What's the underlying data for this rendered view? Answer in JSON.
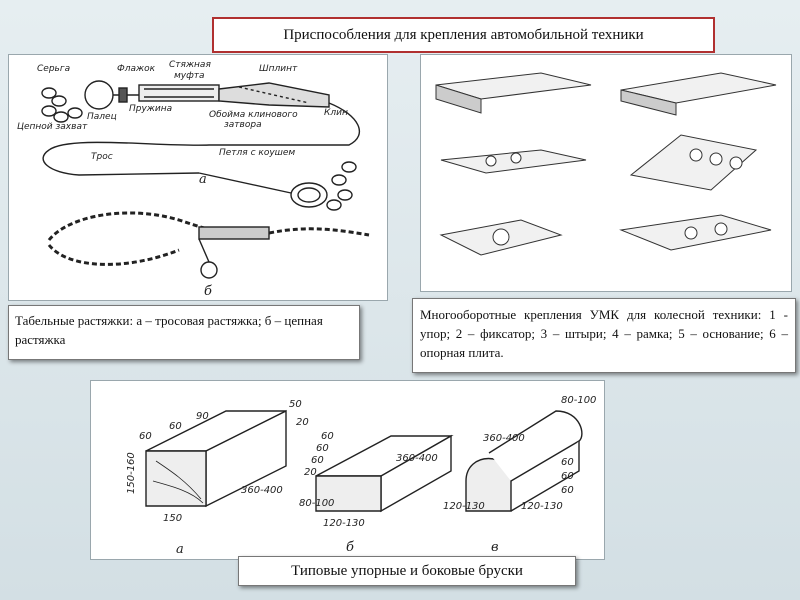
{
  "title": "Приспособления для крепления автомобильной техники",
  "straps": {
    "labels": {
      "serga": "Серьга",
      "flazhok": "Флажок",
      "styazhnaya": "Стяжная",
      "mufta": "муфта",
      "shplint": "Шплинт",
      "pruzhina": "Пружина",
      "palets": "Палец",
      "oboima1": "Обойма клинового",
      "oboima2": "затвора",
      "klin": "Клин",
      "tsepnoi": "Цепной захват",
      "tros": "Трос",
      "petlya": "Петля с коушем"
    },
    "sub_a": "а",
    "sub_b": "б",
    "caption": "Табельные  растяжки: а – тросовая растяжка; б – цепная растяжка"
  },
  "umk": {
    "caption": "Многооборотные крепления УМК для колесной техники: 1 - упор; 2 – фиксатор; 3 – штыри; 4 – рамка; 5 – основание; 6 – опорная плита."
  },
  "blocks": {
    "caption": "Типовые упорные и боковые бруски",
    "dims": {
      "a_60_1": "60",
      "a_60_2": "60",
      "a_90": "90",
      "a_50": "50",
      "a_20": "20",
      "a_h": "150-160",
      "a_w": "150",
      "a_len": "360-400",
      "b_60_1": "60",
      "b_60_2": "60",
      "b_60_3": "60",
      "b_20": "20",
      "b_h": "80-100",
      "b_w": "120-130",
      "b_len": "360-400",
      "c_top": "80-100",
      "c_60_1": "60",
      "c_60_2": "60",
      "c_60_3": "60",
      "c_h": "120-130",
      "c_w": "120-130",
      "c_len": "360-400"
    },
    "sub_a": "а",
    "sub_b": "б",
    "sub_c": "в"
  }
}
